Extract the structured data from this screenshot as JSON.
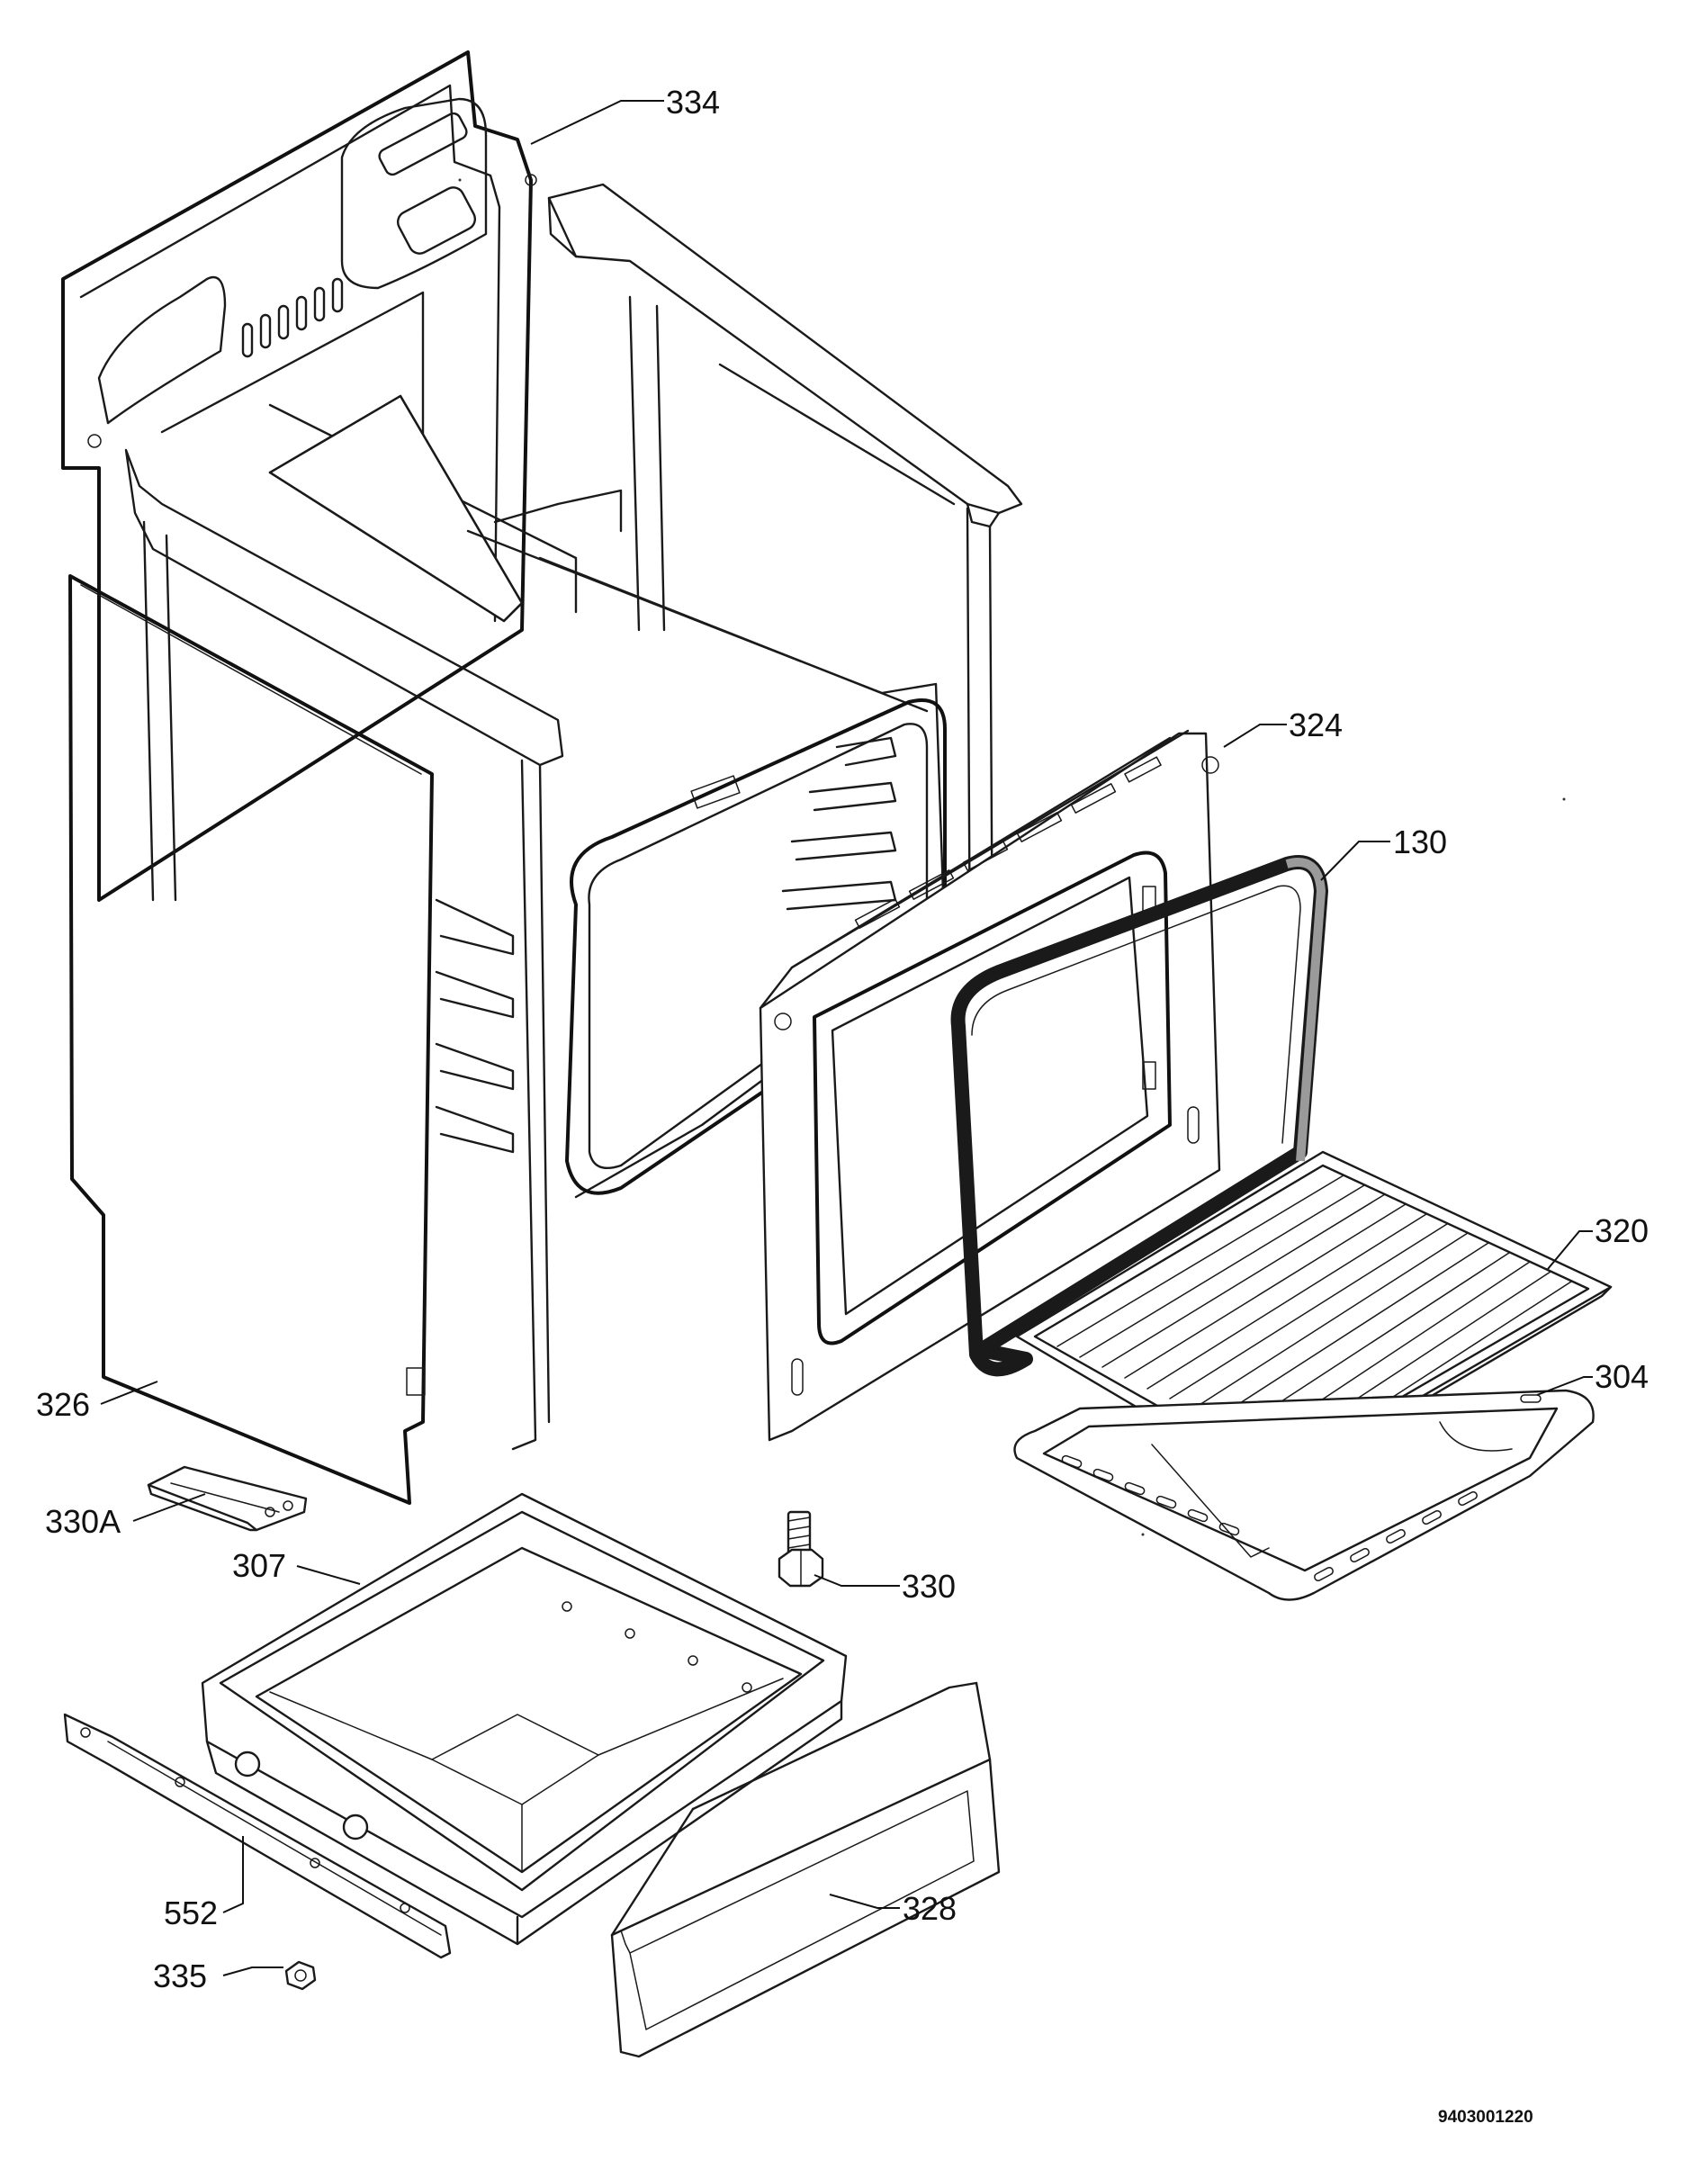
{
  "diagram": {
    "document_number": "9403001220",
    "parts": [
      {
        "id": "part-334",
        "label": "334"
      },
      {
        "id": "part-324",
        "label": "324"
      },
      {
        "id": "part-130",
        "label": "130"
      },
      {
        "id": "part-320",
        "label": "320"
      },
      {
        "id": "part-304",
        "label": "304"
      },
      {
        "id": "part-326",
        "label": "326"
      },
      {
        "id": "part-330A",
        "label": "330A"
      },
      {
        "id": "part-307",
        "label": "307"
      },
      {
        "id": "part-330",
        "label": "330"
      },
      {
        "id": "part-552",
        "label": "552"
      },
      {
        "id": "part-328",
        "label": "328"
      },
      {
        "id": "part-335",
        "label": "335"
      }
    ]
  }
}
